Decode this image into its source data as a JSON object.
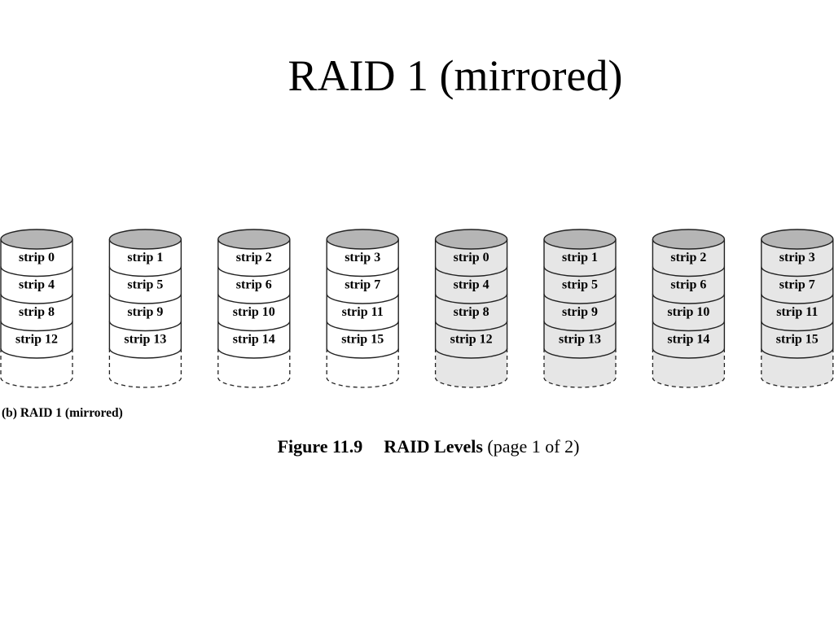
{
  "slide": {
    "title": "RAID 1 (mirrored)"
  },
  "diagram": {
    "disks": [
      {
        "role": "data",
        "strips": [
          "strip 0",
          "strip 4",
          "strip 8",
          "strip 12"
        ]
      },
      {
        "role": "data",
        "strips": [
          "strip 1",
          "strip 5",
          "strip 9",
          "strip 13"
        ]
      },
      {
        "role": "data",
        "strips": [
          "strip 2",
          "strip 6",
          "strip 10",
          "strip 14"
        ]
      },
      {
        "role": "data",
        "strips": [
          "strip 3",
          "strip 7",
          "strip 11",
          "strip 15"
        ]
      },
      {
        "role": "mirror",
        "strips": [
          "strip 0",
          "strip 4",
          "strip 8",
          "strip 12"
        ]
      },
      {
        "role": "mirror",
        "strips": [
          "strip 1",
          "strip 5",
          "strip 9",
          "strip 13"
        ]
      },
      {
        "role": "mirror",
        "strips": [
          "strip 2",
          "strip 6",
          "strip 10",
          "strip 14"
        ]
      },
      {
        "role": "mirror",
        "strips": [
          "strip 3",
          "strip 7",
          "strip 11",
          "strip 15"
        ]
      }
    ],
    "colors": {
      "disk_top": "#b5b5b5",
      "data_body": "#ffffff",
      "mirror_body": "#e6e6e6",
      "outline": "#222222"
    }
  },
  "captions": {
    "subfigure": "(b) RAID 1 (mirrored)",
    "figure_number": "Figure 11.9",
    "figure_title": "RAID Levels",
    "figure_note": "(page 1 of 2)"
  }
}
